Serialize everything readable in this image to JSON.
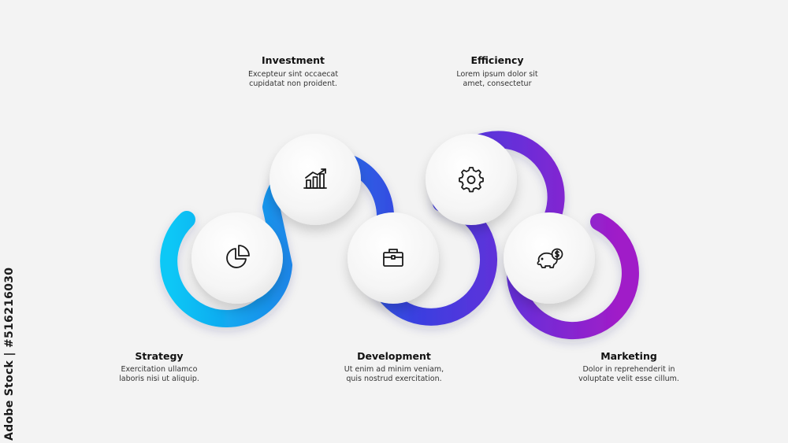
{
  "colors": {
    "background": "#f3f3f3",
    "gradient_start": "#08c8f6",
    "gradient_mid1": "#1f7fe8",
    "gradient_mid2": "#3a3fe0",
    "gradient_mid3": "#6a2ed8",
    "gradient_end": "#a01dc8",
    "node_fill": "#f7f7f7",
    "icon_stroke": "#1a1a1a"
  },
  "steps": [
    {
      "title": "Investment",
      "desc_line1": "Excepteur sint occaecat",
      "desc_line2": "cupidatat non proident.",
      "icon": "bar-chart-icon"
    },
    {
      "title": "Efficiency",
      "desc_line1": "Lorem ipsum dolor sit",
      "desc_line2": "amet, consectetur",
      "icon": "gear-icon"
    },
    {
      "title": "Strategy",
      "desc_line1": "Exercitation ullamco",
      "desc_line2": "laboris nisi ut aliquip.",
      "icon": "pie-chart-icon"
    },
    {
      "title": "Development",
      "desc_line1": "Ut enim ad minim veniam,",
      "desc_line2": "quis nostrud exercitation.",
      "icon": "briefcase-icon"
    },
    {
      "title": "Marketing",
      "desc_line1": "Dolor in reprehenderit in",
      "desc_line2": "voluptate velit esse cillum.",
      "icon": "piggy-bank-icon"
    }
  ],
  "watermark": "Adobe Stock | #516216030"
}
